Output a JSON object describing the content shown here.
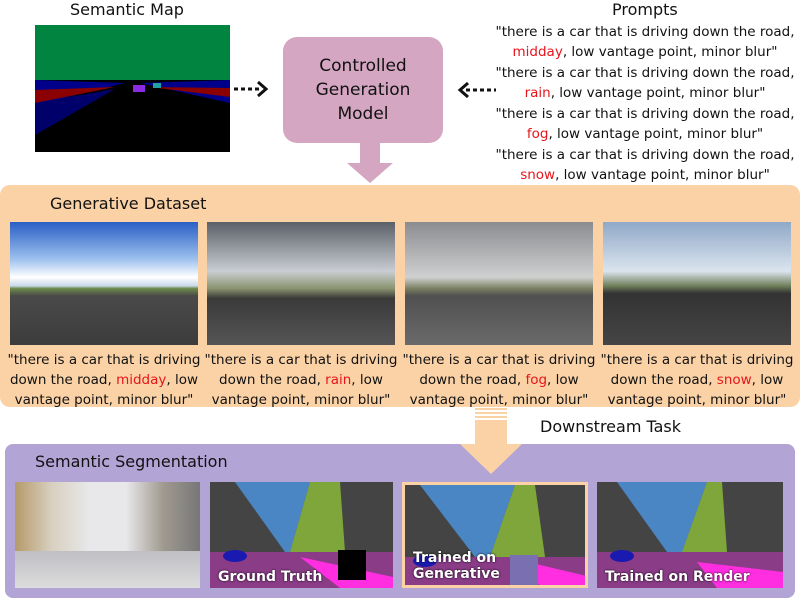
{
  "semantic_map": {
    "title": "Semantic Map"
  },
  "model": {
    "lines": [
      "Controlled",
      "Generation",
      "Model"
    ]
  },
  "prompts": {
    "title": "Prompts",
    "items": [
      {
        "prefix": "\"there is a car that is driving down the road,",
        "condition": "midday",
        "suffix": ", low vantage point, minor blur\""
      },
      {
        "prefix": "\"there is a car that is driving down the road,",
        "condition": "rain",
        "suffix": ", low vantage point, minor blur\""
      },
      {
        "prefix": "\"there is a car that is driving down the road,",
        "condition": "fog",
        "suffix": ", low vantage point, minor blur\""
      },
      {
        "prefix": "\"there is a car that is driving down the road,",
        "condition": "snow",
        "suffix": ", low vantage point, minor blur\""
      }
    ]
  },
  "generative_dataset": {
    "title": "Generative Dataset",
    "captions": [
      {
        "line1": "\"there is a car that is driving",
        "pre": "down the road, ",
        "condition": "midday",
        "post": ", low",
        "line3": "vantage point, minor blur\""
      },
      {
        "line1": "\"there is a car that is driving",
        "pre": "down the road, ",
        "condition": "rain",
        "post": ", low",
        "line3": "vantage point, minor blur\""
      },
      {
        "line1": "\"there is a car that is driving",
        "pre": "down the road, ",
        "condition": "fog",
        "post": ", low",
        "line3": "vantage point, minor blur\""
      },
      {
        "line1": "\"there is a car that is driving",
        "pre": "down the road, ",
        "condition": "snow",
        "post": ", low",
        "line3": "vantage point, minor blur\""
      }
    ]
  },
  "downstream": {
    "label": "Downstream Task"
  },
  "segmentation": {
    "title": "Semantic Segmentation",
    "labels": [
      "Ground Truth",
      "Trained on Generative",
      "Trained on Render"
    ]
  },
  "colors": {
    "highlight": "#e8141b",
    "model_box": "#d4a6c1",
    "dataset_panel": "#fad2a6",
    "seg_panel": "#b3a4d6"
  }
}
